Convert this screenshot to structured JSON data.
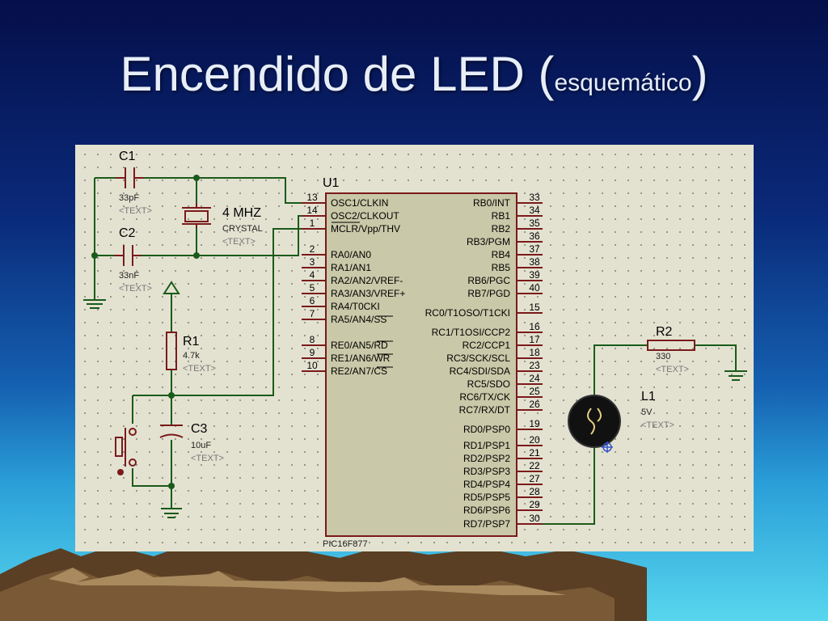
{
  "slide": {
    "title_main": "Encendido de LED (",
    "title_sub": "esquemático",
    "title_close": ")"
  },
  "components": {
    "c1": {
      "ref": "C1",
      "value": "33pF",
      "text": "<TEXT>"
    },
    "c2": {
      "ref": "C2",
      "value": "33nF",
      "text": "<TEXT>"
    },
    "crystal": {
      "freq": "4 MHZ",
      "value": "CRYSTAL",
      "text": "<TEXT>"
    },
    "r1": {
      "ref": "R1",
      "value": "4.7k",
      "text": "<TEXT>"
    },
    "c3": {
      "ref": "C3",
      "value": "10uF",
      "text": "<TEXT>"
    },
    "r2": {
      "ref": "R2",
      "value": "330",
      "text": "<TEXT>"
    },
    "l1": {
      "ref": "L1",
      "value": "5V",
      "text": "<TEXT>"
    },
    "u1": {
      "ref": "U1",
      "part": "PIC16F877"
    }
  },
  "u1_left_pins": [
    {
      "num": "13",
      "label": "OSC1/CLKIN"
    },
    {
      "num": "14",
      "label": "OSC2/CLKOUT"
    },
    {
      "num": "1",
      "label": "MCLR/Vpp/THV"
    },
    {
      "num": "2",
      "label": "RA0/AN0"
    },
    {
      "num": "3",
      "label": "RA1/AN1"
    },
    {
      "num": "4",
      "label": "RA2/AN2/VREF-"
    },
    {
      "num": "5",
      "label": "RA3/AN3/VREF+"
    },
    {
      "num": "6",
      "label": "RA4/T0CKI"
    },
    {
      "num": "7",
      "label": "RA5/AN4/SS"
    },
    {
      "num": "8",
      "label": "RE0/AN5/RD"
    },
    {
      "num": "9",
      "label": "RE1/AN6/WR"
    },
    {
      "num": "10",
      "label": "RE2/AN7/CS"
    }
  ],
  "u1_right_pins": [
    {
      "num": "33",
      "label": "RB0/INT"
    },
    {
      "num": "34",
      "label": "RB1"
    },
    {
      "num": "35",
      "label": "RB2"
    },
    {
      "num": "36",
      "label": "RB3/PGM"
    },
    {
      "num": "37",
      "label": "RB4"
    },
    {
      "num": "38",
      "label": "RB5"
    },
    {
      "num": "39",
      "label": "RB6/PGC"
    },
    {
      "num": "40",
      "label": "RB7/PGD"
    },
    {
      "num": "15",
      "label": "RC0/T1OSO/T1CKI"
    },
    {
      "num": "16",
      "label": "RC1/T1OSI/CCP2"
    },
    {
      "num": "17",
      "label": "RC2/CCP1"
    },
    {
      "num": "18",
      "label": "RC3/SCK/SCL"
    },
    {
      "num": "23",
      "label": "RC4/SDI/SDA"
    },
    {
      "num": "24",
      "label": "RC5/SDO"
    },
    {
      "num": "25",
      "label": "RC6/TX/CK"
    },
    {
      "num": "26",
      "label": "RC7/RX/DT"
    },
    {
      "num": "19",
      "label": "RD0/PSP0"
    },
    {
      "num": "20",
      "label": "RD1/PSP1"
    },
    {
      "num": "21",
      "label": "RD2/PSP2"
    },
    {
      "num": "22",
      "label": "RD3/PSP3"
    },
    {
      "num": "27",
      "label": "RD4/PSP4"
    },
    {
      "num": "28",
      "label": "RD5/PSP5"
    },
    {
      "num": "29",
      "label": "RD6/PSP6"
    },
    {
      "num": "30",
      "label": "RD7/PSP7"
    }
  ],
  "colors": {
    "wire": "#1a5a1a",
    "component": "#7a1a1a",
    "chip_fill": "#c9c8a8",
    "sheet": "#e3e2d1"
  }
}
